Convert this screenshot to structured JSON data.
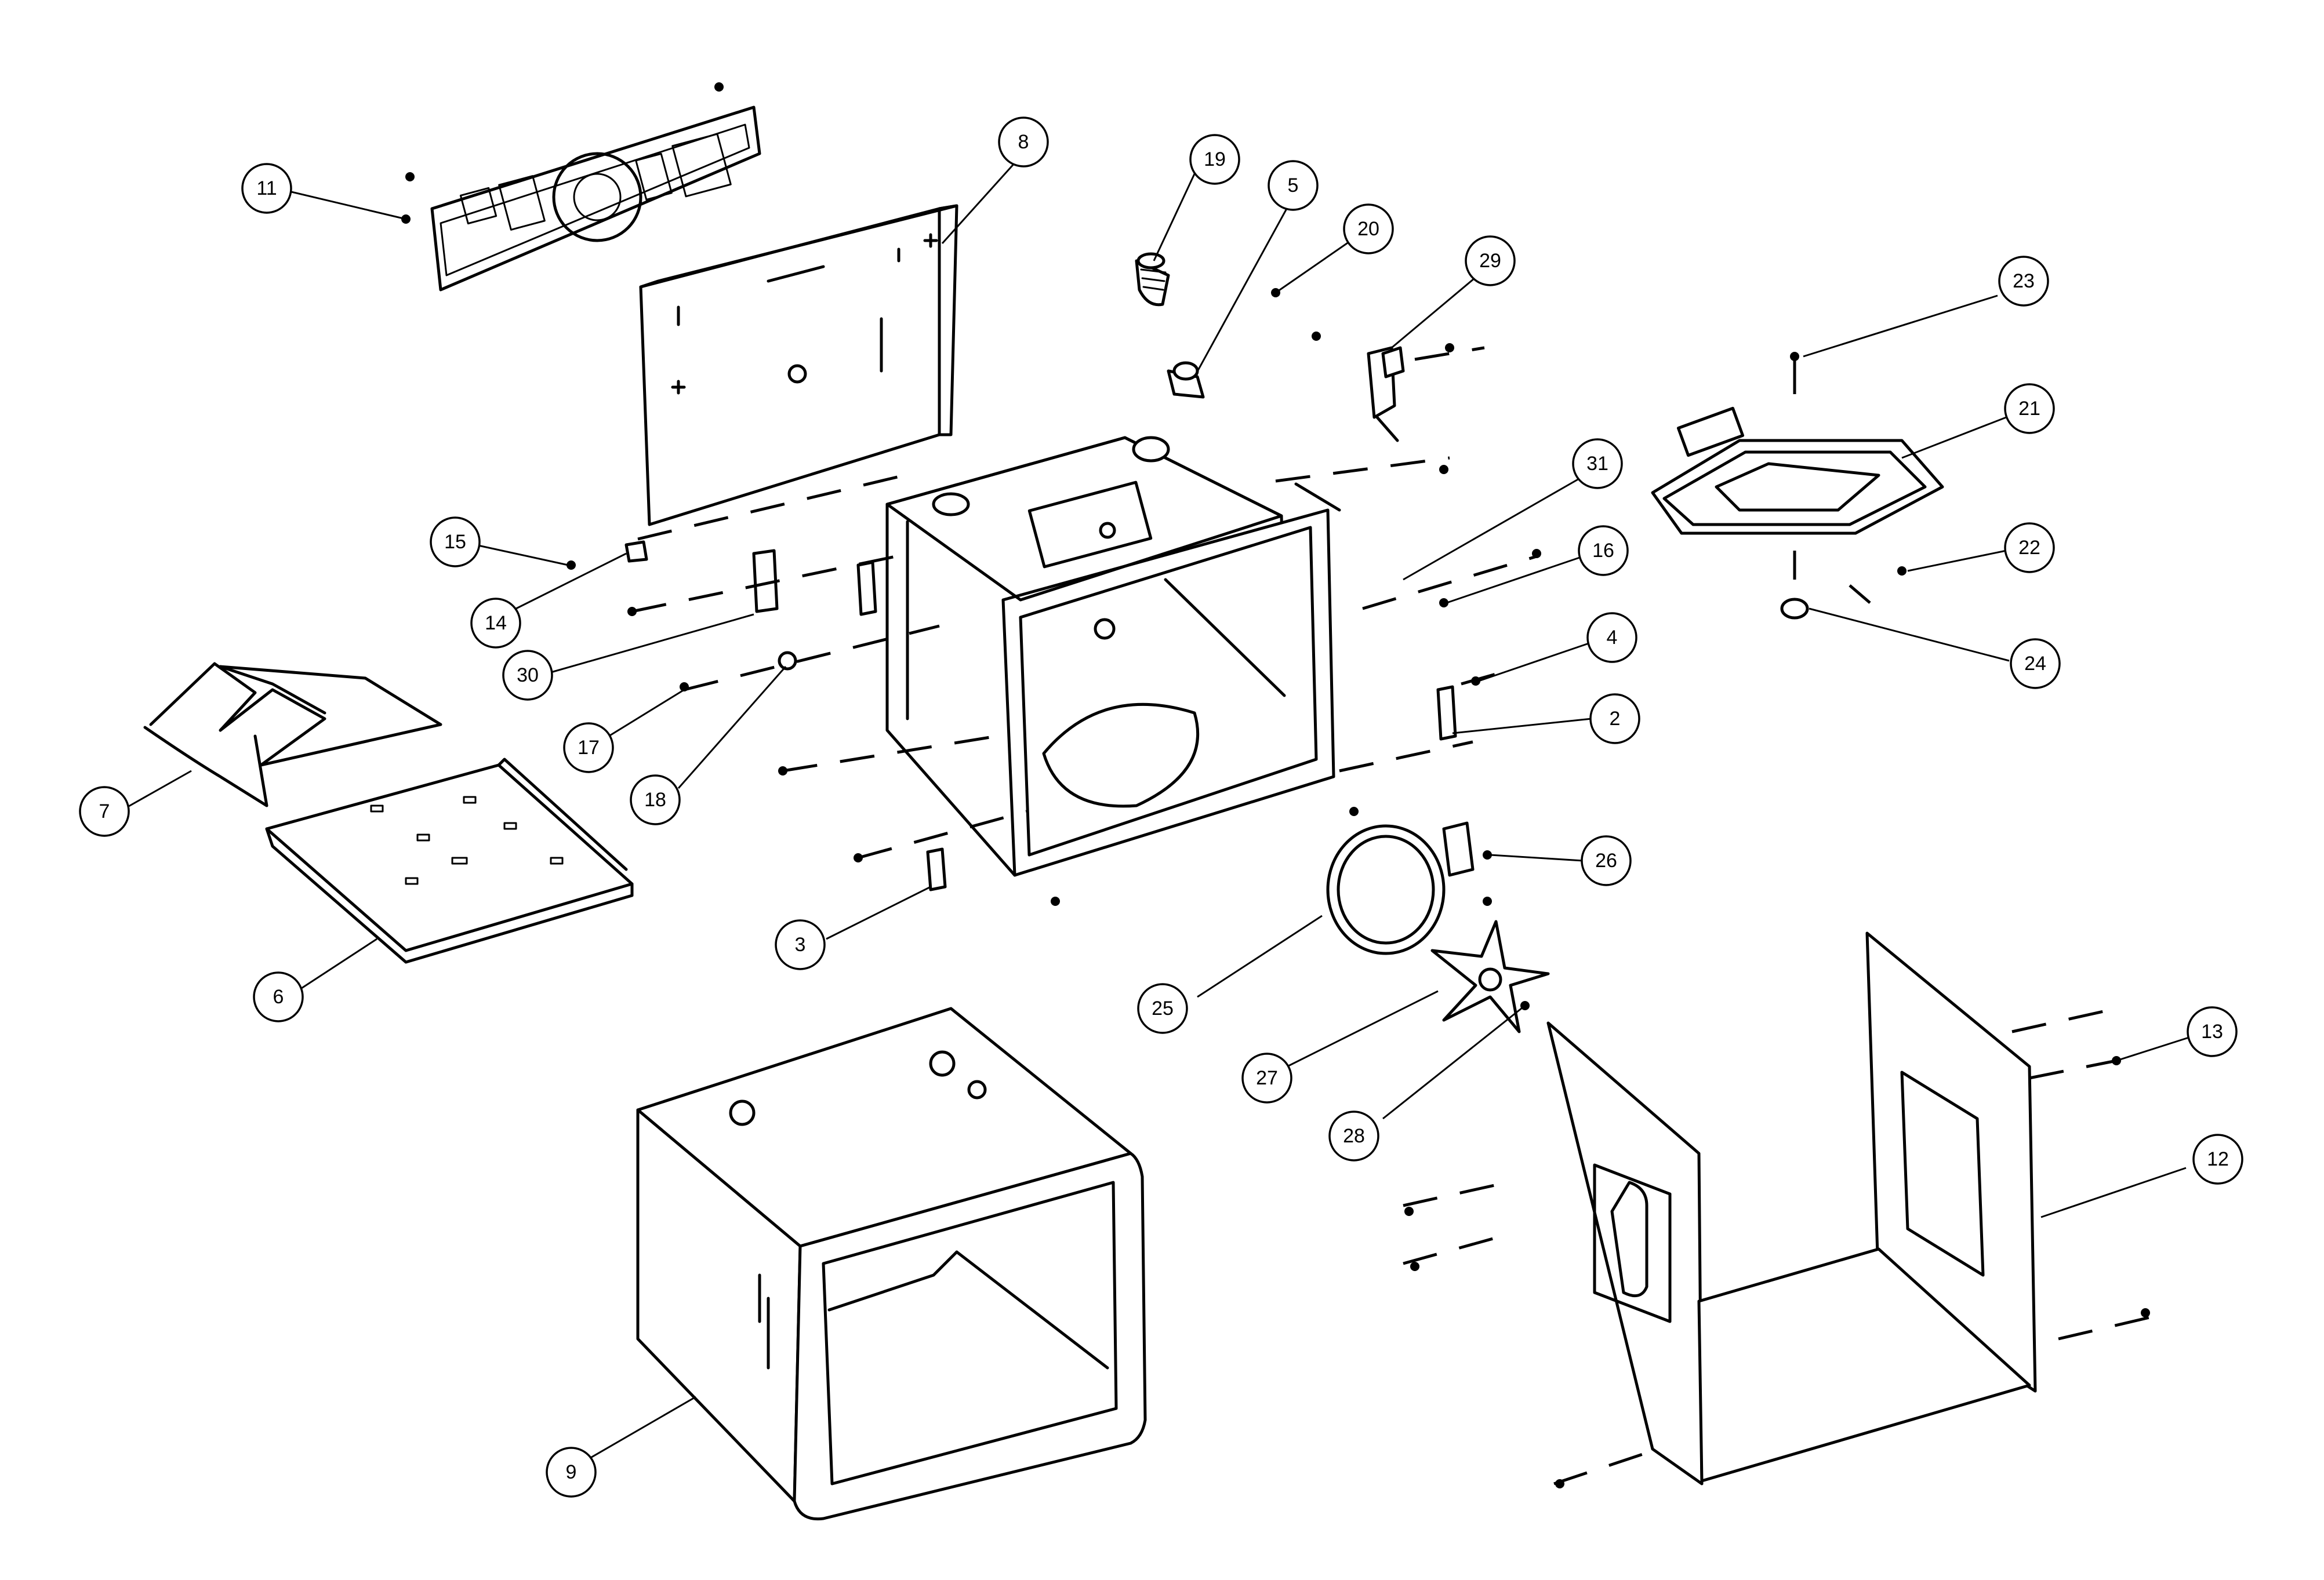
{
  "callouts": {
    "c2": "2",
    "c3": "3",
    "c4": "4",
    "c5": "5",
    "c6": "6",
    "c7": "7",
    "c8": "8",
    "c9": "9",
    "c11": "11",
    "c12": "12",
    "c13": "13",
    "c14": "14",
    "c15": "15",
    "c16": "16",
    "c17": "17",
    "c18": "18",
    "c19": "19",
    "c20": "20",
    "c21": "21",
    "c22": "22",
    "c23": "23",
    "c24": "24",
    "c25": "25",
    "c26": "26",
    "c27": "27",
    "c28": "28",
    "c29": "29",
    "c30": "30",
    "c31": "31"
  },
  "colors": {
    "line": "#000000",
    "background": "#ffffff"
  }
}
